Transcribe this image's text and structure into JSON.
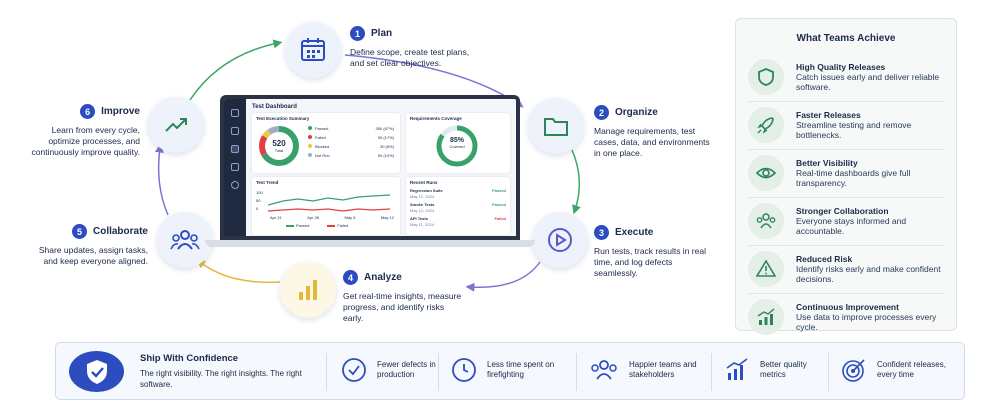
{
  "steps": [
    {
      "num": "1",
      "title": "Plan",
      "desc": "Define scope, create test plans, and set clear objectives."
    },
    {
      "num": "2",
      "title": "Organize",
      "desc": "Manage requirements, test cases, data, and environments in one place."
    },
    {
      "num": "3",
      "title": "Execute",
      "desc": "Run tests, track results in real time, and log defects seamlessly."
    },
    {
      "num": "4",
      "title": "Analyze",
      "desc": "Get real-time insights, measure progress, and identify risks early."
    },
    {
      "num": "5",
      "title": "Collaborate",
      "desc": "Share updates, assign tasks, and keep everyone aligned."
    },
    {
      "num": "6",
      "title": "Improve",
      "desc": "Learn from every cycle, optimize processes, and continuously improve quality."
    }
  ],
  "dashboard": {
    "title": "Test Dashboard",
    "summary_title": "Test Execution Summary",
    "total": "520",
    "total_label": "Total",
    "legend": [
      {
        "label": "Passed",
        "value": "350 (67%)",
        "color": "#38a169"
      },
      {
        "label": "Failed",
        "value": "90 (17%)",
        "color": "#e53e3e"
      },
      {
        "label": "Blocked",
        "value": "30 (6%)",
        "color": "#ecc94b"
      },
      {
        "label": "Not Run",
        "value": "50 (10%)",
        "color": "#a0aec0"
      }
    ],
    "coverage_title": "Requirements Coverage",
    "coverage_value": "85%",
    "coverage_label": "Covered",
    "trend_title": "Test Trend",
    "trend_y": [
      "100",
      "50",
      "0"
    ],
    "trend_x": [
      "Apr 21",
      "Apr 28",
      "May 5",
      "May 12"
    ],
    "trend_passed_label": "Passed",
    "trend_failed_label": "Failed",
    "runs_title": "Recent Runs",
    "runs": [
      {
        "name": "Regression Suite",
        "date": "May 12, 2024",
        "status": "Passed",
        "color": "#38a169"
      },
      {
        "name": "Smoke Tests",
        "date": "May 12, 2024",
        "status": "Passed",
        "color": "#38a169"
      },
      {
        "name": "API Tests",
        "date": "May 11, 2024",
        "status": "Failed",
        "color": "#e53e3e"
      }
    ]
  },
  "achieve": {
    "title": "What Teams Achieve",
    "items": [
      {
        "title": "High Quality Releases",
        "desc": "Catch issues early and deliver reliable software.",
        "icon": "shield-icon"
      },
      {
        "title": "Faster Releases",
        "desc": "Streamline testing and remove bottlenecks.",
        "icon": "rocket-icon"
      },
      {
        "title": "Better Visibility",
        "desc": "Real-time dashboards give full transparency.",
        "icon": "eye-icon"
      },
      {
        "title": "Stronger Collaboration",
        "desc": "Everyone stays informed and accountable.",
        "icon": "team-icon"
      },
      {
        "title": "Reduced Risk",
        "desc": "Identify risks early and make confident decisions.",
        "icon": "warning-icon"
      },
      {
        "title": "Continuous Improvement",
        "desc": "Use data to improve processes every cycle.",
        "icon": "growth-chart-icon"
      }
    ]
  },
  "footer": {
    "title": "Ship With Confidence",
    "desc": "The right visibility. The right insights. The right software.",
    "items": [
      {
        "text": "Fewer defects in production",
        "icon": "check-circle-icon"
      },
      {
        "text": "Less time spent on firefighting",
        "icon": "clock-icon"
      },
      {
        "text": "Happier teams and stakeholders",
        "icon": "team-icon"
      },
      {
        "text": "Better quality metrics",
        "icon": "chart-icon"
      },
      {
        "text": "Confident releases, every time",
        "icon": "target-icon"
      }
    ]
  },
  "colors": {
    "accent": "#2c4cc0",
    "green": "#2f855a",
    "arrow_purple": "#7b74d6",
    "arrow_green": "#3aa66b",
    "arrow_yellow": "#e2b93b"
  }
}
